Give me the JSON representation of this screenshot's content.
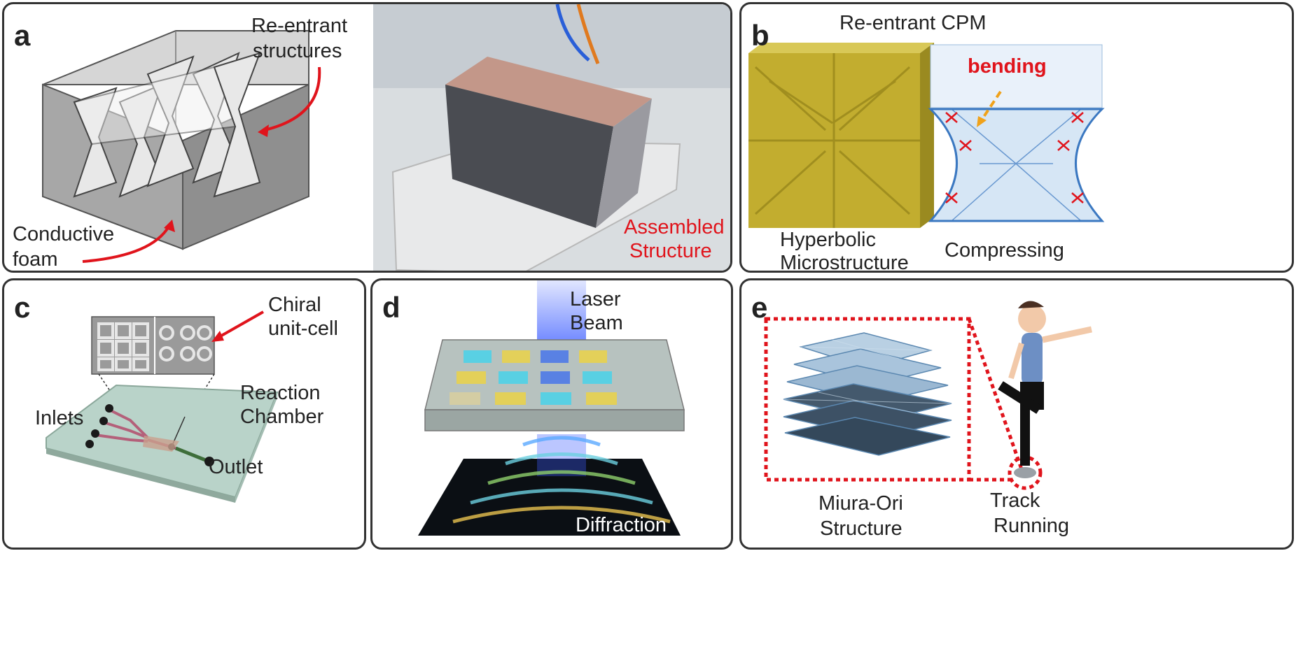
{
  "panels": {
    "a": {
      "letter": "a",
      "reentrant_label_1": "Re-entrant",
      "reentrant_label_2": "structures",
      "foam_label_1": "Conductive",
      "foam_label_2": "foam",
      "assembled_label_1": "Assembled",
      "assembled_label_2": "Structure"
    },
    "b": {
      "letter": "b",
      "title": "Re-entrant CPM",
      "bending_label": "bending",
      "hyperbolic_label_1": "Hyperbolic",
      "hyperbolic_label_2": "Microstructure",
      "compressing_label": "Compressing"
    },
    "c": {
      "letter": "c",
      "chiral_label_1": "Chiral",
      "chiral_label_2": "unit-cell",
      "reaction_label_1": "Reaction",
      "reaction_label_2": "Chamber",
      "inlets_label": "Inlets",
      "outlet_label": "Outlet"
    },
    "d": {
      "letter": "d",
      "laser_label_1": "Laser",
      "laser_label_2": "Beam",
      "diffraction_label": "Diffraction"
    },
    "e": {
      "letter": "e",
      "miura_label_1": "Miura-Ori",
      "miura_label_2": "Structure",
      "track_label_1": "Track",
      "track_label_2": "Running"
    }
  },
  "colors": {
    "annotation_red": "#e0141c",
    "foam_grey": "#9a9a9a",
    "microstructure_yellow": "#c9b63a",
    "lattice_blue": "#5b8fc9",
    "laser_blue": "#3b5cff",
    "miura_blue": "#a9c4dc"
  }
}
